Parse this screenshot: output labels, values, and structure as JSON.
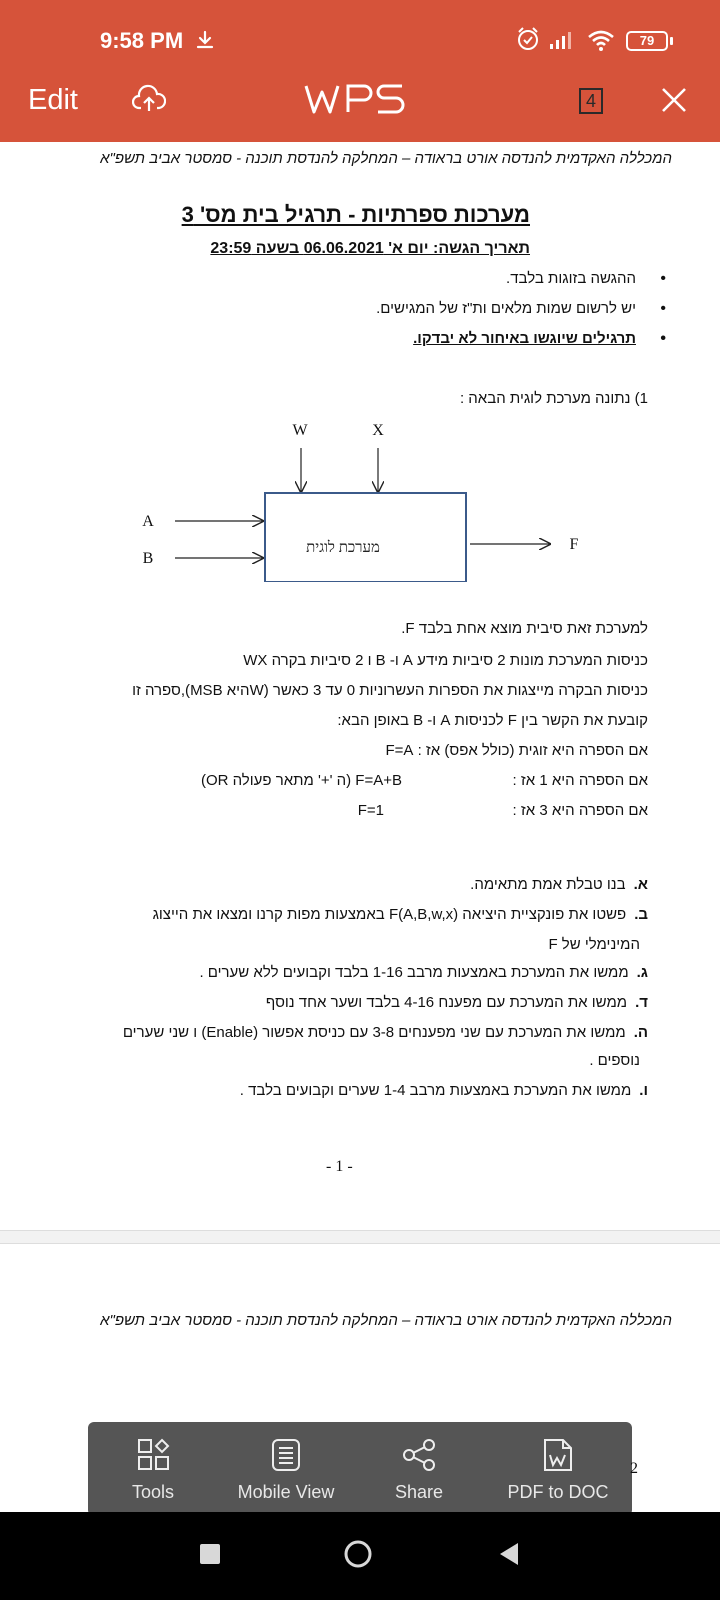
{
  "status_bar": {
    "time": "9:58 PM",
    "battery": "79"
  },
  "app_bar": {
    "edit_label": "Edit",
    "logo_text": "WPS",
    "page_count": "4"
  },
  "document": {
    "header": "המכללה האקדמית להנדסה אורט בראודה – המחלקה להנדסת תוכנה -  סמסטר אביב תשפ\"א",
    "title": "מערכות ספרתיות - תרגיל בית מס' 3",
    "deadline": "תאריך הגשה: יום א' 06.06.2021 בשעה 23:59",
    "bullets": [
      "ההגשה בזוגות בלבד.",
      "יש לרשום שמות מלאים ות\"ז של המגישים.",
      "תרגילים שיוגשו באיחור לא יבדקו."
    ],
    "question_intro": "1)  נתונה מערכת לוגית הבאה :",
    "diagram": {
      "input_w": "W",
      "input_x": "X",
      "input_a": "A",
      "input_b": "B",
      "box_label": "מערכת לוגית",
      "output_f": "F"
    },
    "body_lines": [
      "למערכת זאת סיבית מוצא אחת בלבד F.",
      "כניסות המערכת מונות 2 סיביות מידע  A ו- B ו 2 סיביות בקרה  WX",
      "כניסות הבקרה מייצגות את הספרות העשרוניות 0 עד 3 כאשר  (Wהיא  MSB),ספרה זו",
      "קובעת את הקשר בין  F לכניסות  A ו-  B באופן הבא:",
      "אם הספרה היא זוגית (כולל אפס) אז :  F=A",
      "אם הספרה היא 1 אז :",
      "אם הספרה היא 3 אז :"
    ],
    "rule_1": "F=A+B (ה '+' מתאר פעולה OR)",
    "rule_3": "F=1",
    "sub_questions": [
      {
        "letter": "א.",
        "text": "בנו טבלת אמת מתאימה."
      },
      {
        "letter": "ב.",
        "text": "פשטו את פונקציית היציאה  F(A,B,w,x)  באמצעות מפות קרנו ומצאו את הייצוג"
      },
      {
        "letter": "",
        "text": "המינימלי של F"
      },
      {
        "letter": "ג.",
        "text": "ממשו את המערכת באמצעות מרבב 1-16 בלבד וקבועים ללא שערים ."
      },
      {
        "letter": "ד.",
        "text": "ממשו את המערכת עם מפענח 4-16 בלבד ושער אחד נוסף"
      },
      {
        "letter": "ה.",
        "text": "ממשו את המערכת עם שני מפענחים 3-8 עם כניסת אפשור (Enable) ו שני שערים"
      },
      {
        "letter": "",
        "text": "נוספים ."
      },
      {
        "letter": "ו.",
        "text": "ממשו את המערכת באמצעות מרבב 1-4 שערים וקבועים בלבד ."
      }
    ],
    "page_number": "- 1 -",
    "next_page_header": "המכללה האקדמית להנדסה אורט בראודה – המחלקה להנדסת תוכנה -  סמסטר אביב תשפ\"א",
    "peek_number": "2"
  },
  "toolbar": {
    "items": [
      {
        "label": "Tools",
        "icon": "tools-icon"
      },
      {
        "label": "Mobile View",
        "icon": "mobile-view-icon"
      },
      {
        "label": "Share",
        "icon": "share-icon"
      },
      {
        "label": "PDF to DOC",
        "icon": "pdf-to-doc-icon"
      }
    ]
  },
  "colors": {
    "accent": "#d6533a",
    "toolbar_bg": "#555555",
    "diagram_box": "#3b5a8a"
  }
}
